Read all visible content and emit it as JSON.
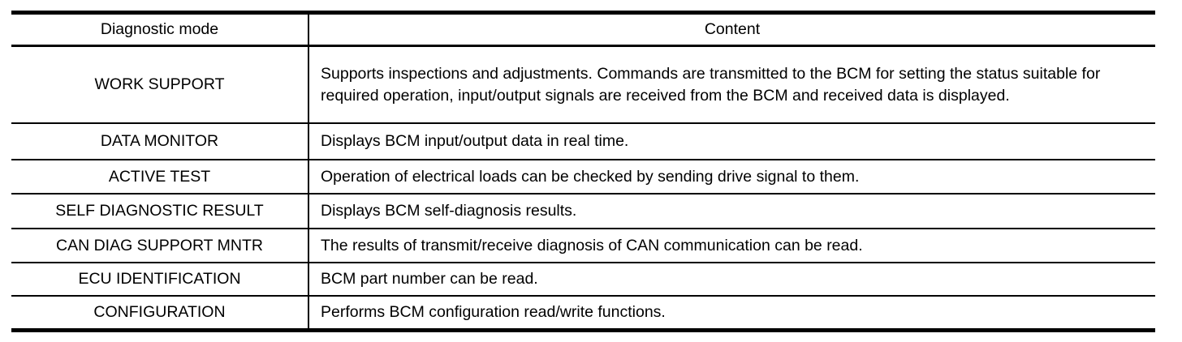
{
  "colors": {
    "border": "#000000",
    "background": "#ffffff",
    "text": "#000000"
  },
  "table": {
    "headers": [
      "Diagnostic mode",
      "Content"
    ],
    "rows": [
      {
        "mode": "WORK SUPPORT",
        "content": "Supports inspections and adjustments. Commands are transmitted to the BCM for setting the status suitable for required operation, input/output signals are received from the BCM and received data is displayed."
      },
      {
        "mode": "DATA MONITOR",
        "content": "Displays BCM input/output data in real time."
      },
      {
        "mode": "ACTIVE TEST",
        "content": "Operation of electrical loads can be checked by sending drive signal to them."
      },
      {
        "mode": "SELF DIAGNOSTIC RESULT",
        "content": "Displays BCM self-diagnosis results."
      },
      {
        "mode": "CAN DIAG SUPPORT MNTR",
        "content": "The results of transmit/receive diagnosis of CAN communication can be read."
      },
      {
        "mode": "ECU IDENTIFICATION",
        "content": "BCM part number can be read."
      },
      {
        "mode": "CONFIGURATION",
        "content": "Performs BCM configuration read/write functions."
      }
    ]
  }
}
